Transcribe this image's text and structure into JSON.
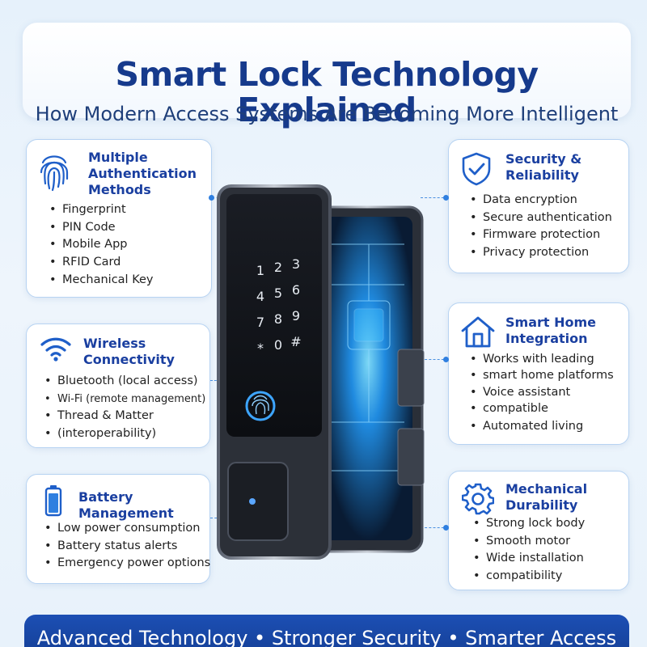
{
  "header": {
    "title": "Smart Lock Technology Explained",
    "subtitle": "How Modern Access Systems Are Becoming More Intelligent"
  },
  "cards": {
    "auth": {
      "title_lines": [
        "Multiple",
        "Authentication",
        "Methods"
      ],
      "icon": "fingerprint-icon",
      "items": [
        "Fingerprint",
        "PIN Code",
        "Mobile App",
        "RFID Card",
        "Mechanical Key"
      ]
    },
    "wireless": {
      "title_lines": [
        "Wireless",
        "Connectivity"
      ],
      "icon": "wifi-icon",
      "items": [
        "Bluetooth (local access)",
        "Wi-Fi (remote management)",
        "Thread & Matter",
        "(interoperability)"
      ]
    },
    "battery": {
      "title": "Battery Management",
      "icon": "battery-icon",
      "items": [
        "Low power consumption",
        "Battery status alerts",
        "Emergency power options"
      ]
    },
    "security": {
      "title_lines": [
        "Security &",
        "Reliability"
      ],
      "icon": "shield-check-icon",
      "items": [
        "Data encryption",
        "Secure authentication",
        "Firmware protection",
        "Privacy protection"
      ]
    },
    "smarthome": {
      "title_lines": [
        "Smart Home",
        "Integration"
      ],
      "icon": "house-icon",
      "items": [
        "Works with leading",
        "smart home platforms",
        "Voice assistant",
        "compatible",
        "Automated living"
      ]
    },
    "mechanical": {
      "title_lines": [
        "Mechanical",
        "Durability"
      ],
      "icon": "gear-icon",
      "items": [
        "Strong lock body",
        "Smooth motor",
        "Wide installation",
        "compatibility"
      ]
    }
  },
  "keypad": {
    "keys": [
      "1",
      "2",
      "3",
      "4",
      "5",
      "6",
      "7",
      "8",
      "9",
      "*",
      "0",
      "#"
    ]
  },
  "footer": {
    "text": "Advanced Technology  •  Stronger Security  •  Smarter Access"
  },
  "colors": {
    "brand_blue": "#163a8c",
    "accent_blue": "#2f7fe0",
    "footer_bg": "#1c4fb4"
  }
}
